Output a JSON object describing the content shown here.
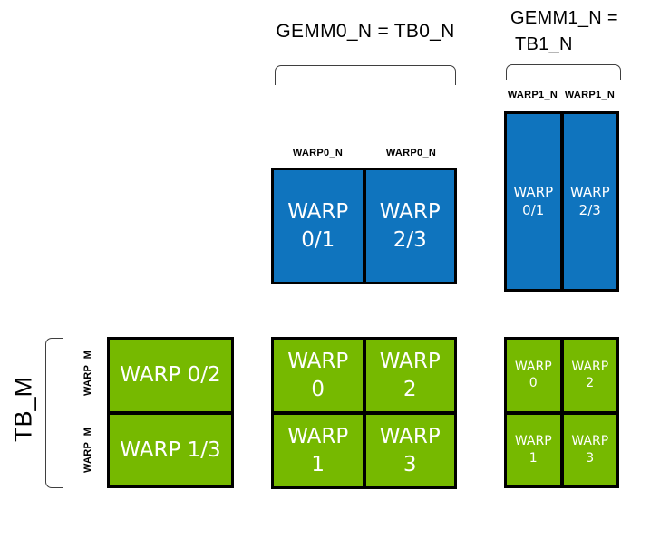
{
  "colors": {
    "blue": "#0F74BE",
    "green": "#76B900",
    "border": "#000000"
  },
  "titles": {
    "gemm0": "GEMM0_N = TB0_N",
    "gemm1_line1": "GEMM1_N =",
    "gemm1_line2": "TB1_N",
    "tb_m": "TB_M"
  },
  "axis_labels": {
    "warp0_n_left": "WARP0_N",
    "warp0_n_right": "WARP0_N",
    "warp1_n_left": "WARP1_N",
    "warp1_n_right": "WARP1_N",
    "warp_m_top": "WARP_M",
    "warp_m_bottom": "WARP_M"
  },
  "blue_wide_grid": {
    "cells": [
      {
        "line1": "WARP",
        "line2": "0/1"
      },
      {
        "line1": "WARP",
        "line2": "2/3"
      }
    ]
  },
  "blue_tall_grid": {
    "cells": [
      {
        "line1": "WARP",
        "line2": "0/1"
      },
      {
        "line1": "WARP",
        "line2": "2/3"
      }
    ]
  },
  "green_left_grid": {
    "cells": [
      {
        "label": "WARP 0/2"
      },
      {
        "label": "WARP 1/3"
      }
    ]
  },
  "green_mid_grid": {
    "cells": [
      {
        "line1": "WARP",
        "line2": "0"
      },
      {
        "line1": "WARP",
        "line2": "2"
      },
      {
        "line1": "WARP",
        "line2": "1"
      },
      {
        "line1": "WARP",
        "line2": "3"
      }
    ]
  },
  "green_right_grid": {
    "cells": [
      {
        "line1": "WARP",
        "line2": "0"
      },
      {
        "line1": "WARP",
        "line2": "2"
      },
      {
        "line1": "WARP",
        "line2": "1"
      },
      {
        "line1": "WARP",
        "line2": "3"
      }
    ]
  }
}
